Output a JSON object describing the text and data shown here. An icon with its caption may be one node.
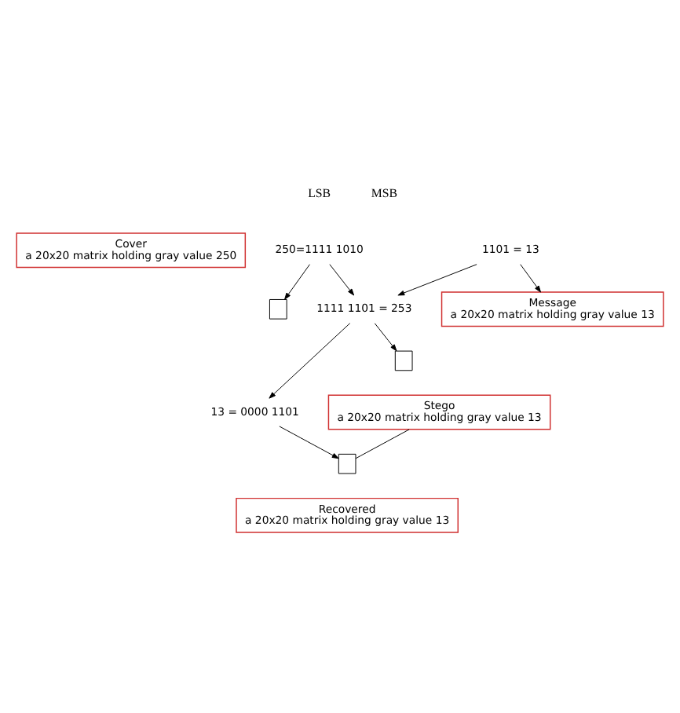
{
  "diagram": {
    "nodes": [
      {
        "text": [
          "Cover",
          "a 20x20 matrix holding gray value 250"
        ]
      },
      {
        "text": [
          "250=1111 1010"
        ]
      },
      {
        "text": [],
        "shape": "box"
      },
      {
        "text": [
          "1101 = 13"
        ]
      },
      {
        "text": [
          "Message",
          "a 20x20 matrix holding gray value 13"
        ]
      },
      {
        "text": [
          "1111 1101 = 253"
        ]
      },
      {
        "text": [
          "13 = 0000 1101"
        ]
      },
      {
        "text": [],
        "shape": "box"
      },
      {
        "text": [
          "Stego",
          "a 20x20 matrix holding gray value 13"
        ]
      },
      {
        "text": [],
        "shape": "box"
      },
      {
        "text": [
          "Recovered",
          "a 20x20 matrix holding gray value 13"
        ]
      }
    ],
    "edges": [
      {
        "from": 1,
        "to": 2,
        "arrow": "to"
      },
      {
        "from": 1,
        "to": 5,
        "arrow": "to"
      },
      {
        "from": 3,
        "to": 4,
        "arrow": "to"
      },
      {
        "from": 3,
        "to": 5,
        "arrow": "to"
      },
      {
        "from": 5,
        "to": 6,
        "arrow": "to"
      },
      {
        "from": 5,
        "to": 7,
        "arrow": "to"
      },
      {
        "from": 8,
        "to": 9,
        "arrow": "none"
      },
      {
        "from": 6,
        "to": 9,
        "arrow": "to"
      }
    ],
    "labels": [
      "MSB",
      "LSB"
    ]
  }
}
